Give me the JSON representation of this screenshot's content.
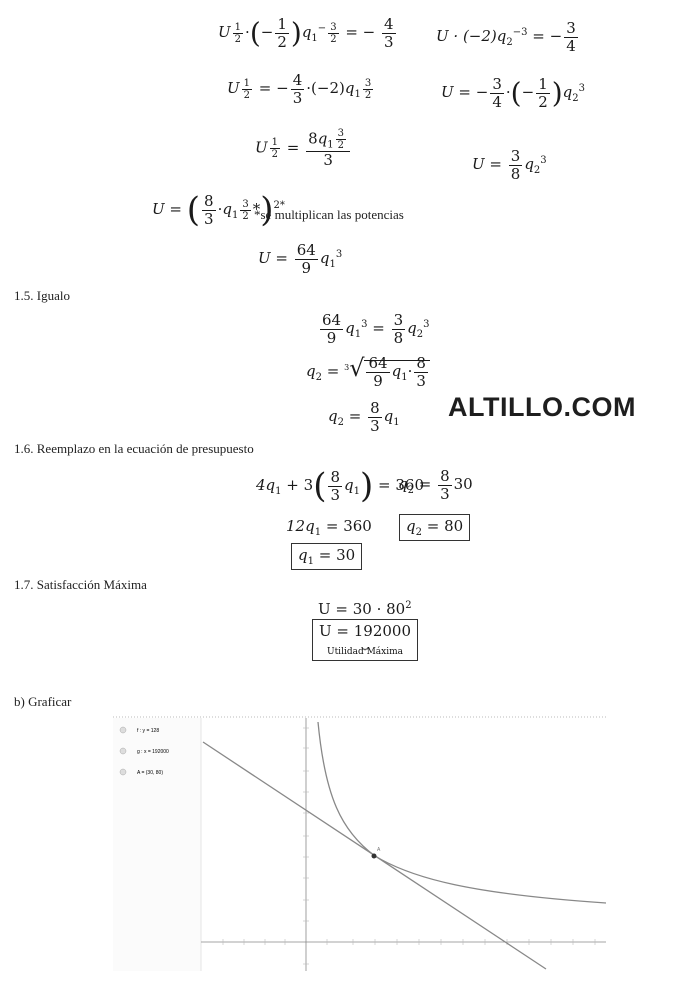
{
  "watermark": "ALTILLO.COM",
  "sections": {
    "s15": "1.5. Igualo",
    "s16": "1.6. Reemplazo en la ecuación de presupuesto",
    "s17": "1.7. Satisfacción Máxima",
    "sb": "b) Graficar"
  },
  "equations": {
    "l1_rhs": "= −",
    "l1_rhs_num": "4",
    "l1_rhs_den": "3",
    "r1": "U · (−2)q",
    "r1_rhs_num": "3",
    "r1_rhs_den": "4",
    "potencias_note": "*se multiplican las potencias",
    "u_result": "U = ",
    "u_num": "64",
    "u_den": "9",
    "eq_num_a": "64",
    "eq_den_a": "9",
    "eq_num_b": "3",
    "eq_den_b": "8",
    "q2_expr": "q",
    "budget": "4q",
    "budget_rhs": "= 360",
    "q2_calc_num": "8",
    "q2_calc_den": "3",
    "q2_calc_val": "30",
    "twelve_q1": "12q",
    "twelve_rhs": "= 360",
    "q2_box": "q",
    "q2_box_val": "= 80",
    "q1_box": "q",
    "q1_box_val": "= 30",
    "u_max_expr": "U = 30 · 80",
    "u_max_val": "U = 192000",
    "u_max_caption": "Utilidad Máxima"
  },
  "graph": {
    "legend": [
      {
        "label": "f : y = 128"
      },
      {
        "label": "g : x = 192000"
      },
      {
        "label": "A = (30, 80)"
      }
    ],
    "point_label": "A"
  }
}
